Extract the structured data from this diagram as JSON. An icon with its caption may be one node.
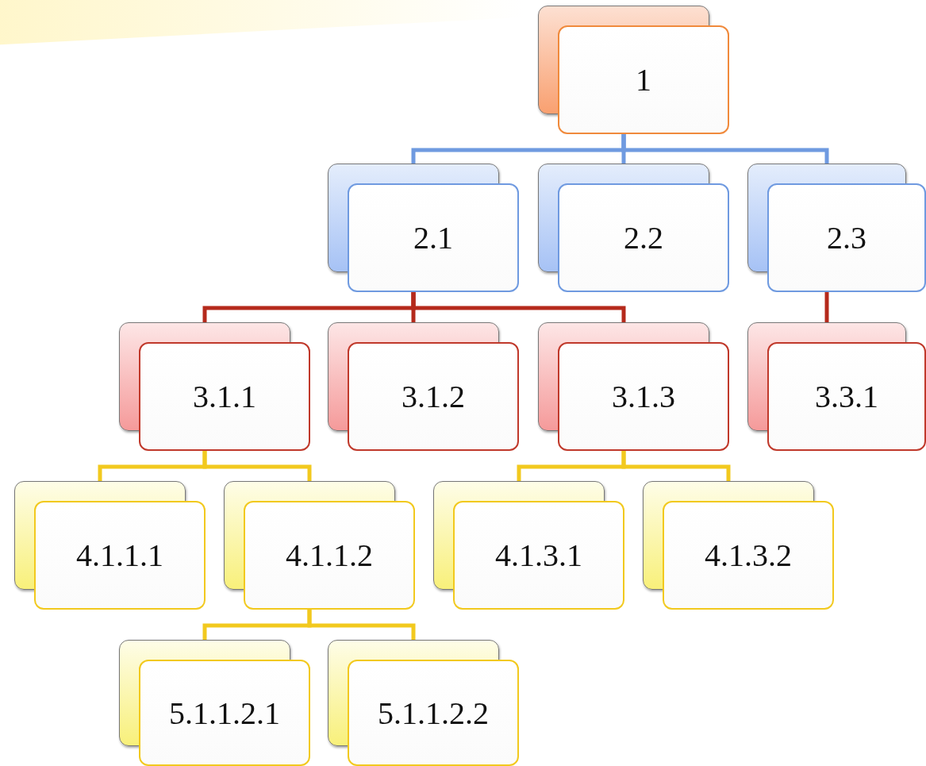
{
  "diagram": {
    "nodes": [
      {
        "text": [
          "1"
        ]
      },
      {
        "text": [
          "2.1"
        ]
      },
      {
        "text": [
          "2.2"
        ]
      },
      {
        "text": [
          "2.3"
        ]
      },
      {
        "text": [
          "3.1.1"
        ]
      },
      {
        "text": [
          "3.1.2"
        ]
      },
      {
        "text": [
          "3.1.3"
        ]
      },
      {
        "text": [
          "3.3.1"
        ]
      },
      {
        "text": [
          "4.1.1.1"
        ]
      },
      {
        "text": [
          "4.1.1.2"
        ]
      },
      {
        "text": [
          "4.1.3.1"
        ]
      },
      {
        "text": [
          "4.1.3.2"
        ]
      },
      {
        "text": [
          "5.1.1.2.1"
        ]
      },
      {
        "text": [
          "5.1.1.2.2"
        ]
      }
    ],
    "edges": [
      {
        "from": 0,
        "to": 1,
        "arrow": "none",
        "color": "#6f9ae0"
      },
      {
        "from": 0,
        "to": 2,
        "arrow": "none",
        "color": "#6f9ae0"
      },
      {
        "from": 0,
        "to": 3,
        "arrow": "none",
        "color": "#6f9ae0"
      },
      {
        "from": 1,
        "to": 4,
        "arrow": "none",
        "color": "#b52a1c"
      },
      {
        "from": 1,
        "to": 5,
        "arrow": "none",
        "color": "#b52a1c"
      },
      {
        "from": 1,
        "to": 6,
        "arrow": "none",
        "color": "#b52a1c"
      },
      {
        "from": 3,
        "to": 7,
        "arrow": "none",
        "color": "#b52a1c"
      },
      {
        "from": 4,
        "to": 8,
        "arrow": "none"
      },
      {
        "from": 4,
        "to": 9,
        "arrow": "none"
      },
      {
        "from": 6,
        "to": 10,
        "arrow": "none"
      },
      {
        "from": 6,
        "to": 11,
        "arrow": "none"
      },
      {
        "from": 9,
        "to": 12,
        "arrow": "none"
      },
      {
        "from": 9,
        "to": 13,
        "arrow": "none"
      }
    ]
  }
}
